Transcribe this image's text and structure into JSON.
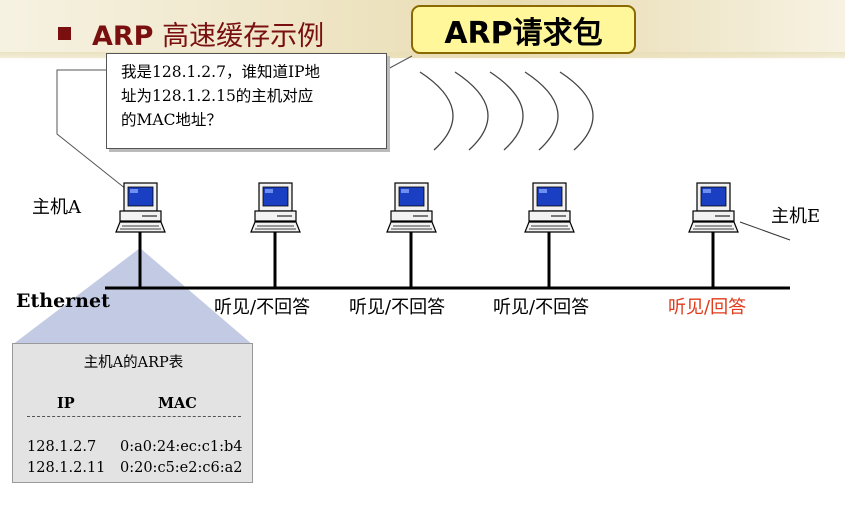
{
  "title": {
    "prefix": "ARP",
    "text": "高速缓存示例"
  },
  "request_box": {
    "label": "ARP请求包"
  },
  "callout": {
    "lines": [
      "我是128.1.2.7，谁知道IP地",
      "址为128.1.2.15的主机对应",
      "的MAC地址？"
    ]
  },
  "hosts": {
    "host_a": "主机A",
    "host_e": "主机E"
  },
  "network": {
    "label": "Ethernet"
  },
  "responses": [
    "听见/不回答",
    "听见/不回答",
    "听见/不回答",
    "听见/回答"
  ],
  "arp_table": {
    "title": "主机A的ARP表",
    "headers": [
      "IP",
      "MAC"
    ],
    "rows": [
      {
        "ip": "128.1.2.7",
        "mac": "0:a0:24:ec:c1:b4"
      },
      {
        "ip": "128.1.2.11",
        "mac": "0:20:c5:e2:c6:a2"
      }
    ]
  },
  "colors": {
    "title": "#7a0f0f",
    "reply": "#e03a1a",
    "box_fill": "#fff79a",
    "table_bg": "#e3e3e3"
  }
}
